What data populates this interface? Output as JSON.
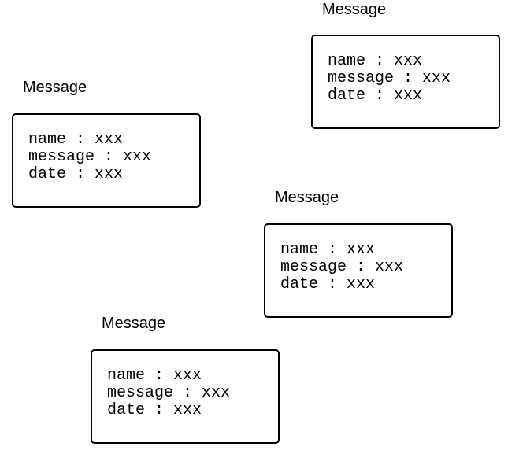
{
  "messages": [
    {
      "title": "Message",
      "lines": {
        "name": "name : xxx",
        "message": "message : xxx",
        "date": "date : xxx"
      }
    },
    {
      "title": "Message",
      "lines": {
        "name": "name : xxx",
        "message": "message : xxx",
        "date": "date : xxx"
      }
    },
    {
      "title": "Message",
      "lines": {
        "name": "name : xxx",
        "message": "message : xxx",
        "date": "date : xxx"
      }
    },
    {
      "title": "Message",
      "lines": {
        "name": "name : xxx",
        "message": "message : xxx",
        "date": "date : xxx"
      }
    }
  ]
}
